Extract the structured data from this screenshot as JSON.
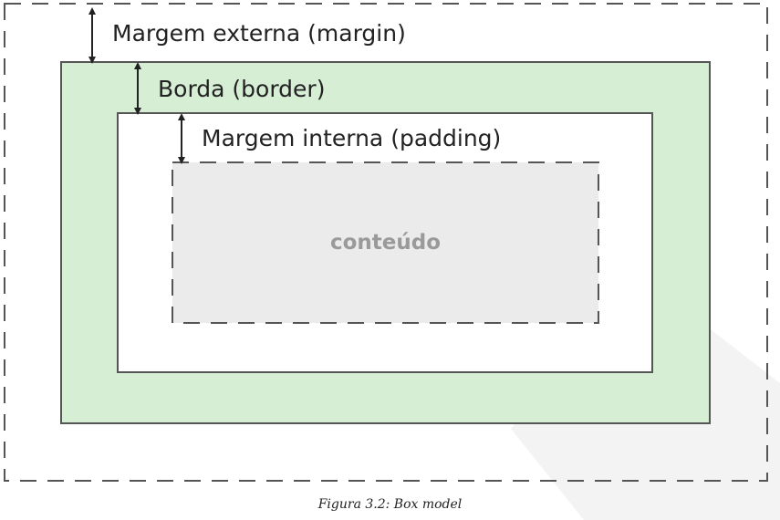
{
  "diagram": {
    "margin_label": "Margem externa (margin)",
    "border_label": "Borda (border)",
    "padding_label": "Margem interna (padding)",
    "content_label": "conteúdo"
  },
  "caption": "Figura 3.2: Box model",
  "colors": {
    "border_fill": "#d5eed4",
    "content_fill": "#ebebeb",
    "outline": "#555555",
    "watermark": "#f2f2f2"
  }
}
